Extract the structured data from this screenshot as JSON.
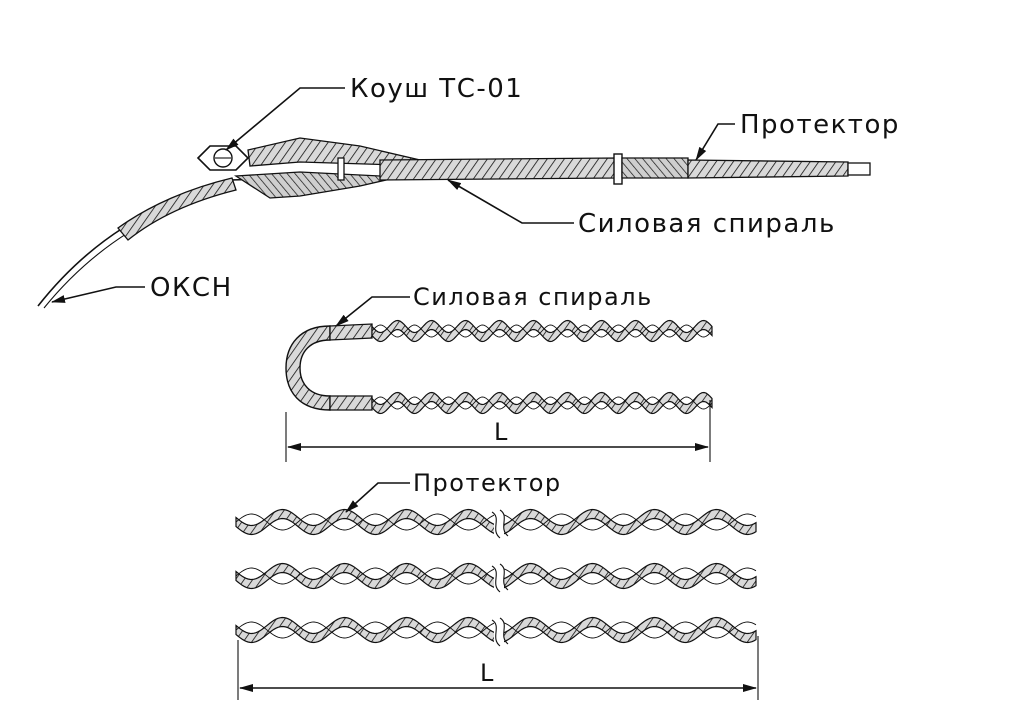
{
  "labels": {
    "thimble": "Коуш ТС-01",
    "protector_top": "Протектор",
    "power_spiral_top": "Силовая спираль",
    "cable": "ОКСН",
    "power_spiral_mid": "Силовая спираль",
    "protector_bottom": "Протектор",
    "length_mid": "L",
    "length_bottom": "L"
  }
}
